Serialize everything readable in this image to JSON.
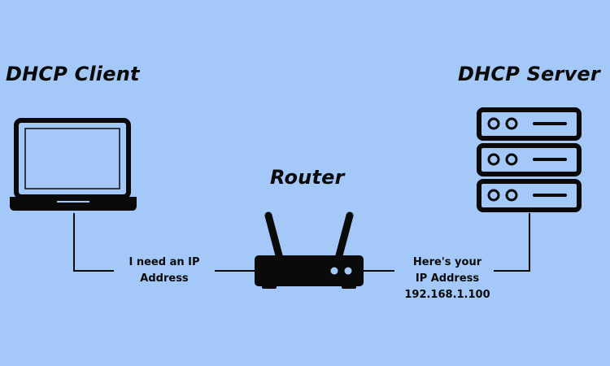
{
  "labels": {
    "client": "DHCP Client",
    "server": "DHCP Server",
    "router": "Router"
  },
  "messages": {
    "request": [
      "I need an IP",
      "Address"
    ],
    "reply": [
      "Here's your",
      "IP Address",
      "192.168.1.100"
    ]
  },
  "colors": {
    "background": "#a4c8f7",
    "ink": "#0a0a0a"
  },
  "icons": {
    "client": "laptop-icon",
    "router": "router-icon",
    "server": "server-rack-icon"
  }
}
